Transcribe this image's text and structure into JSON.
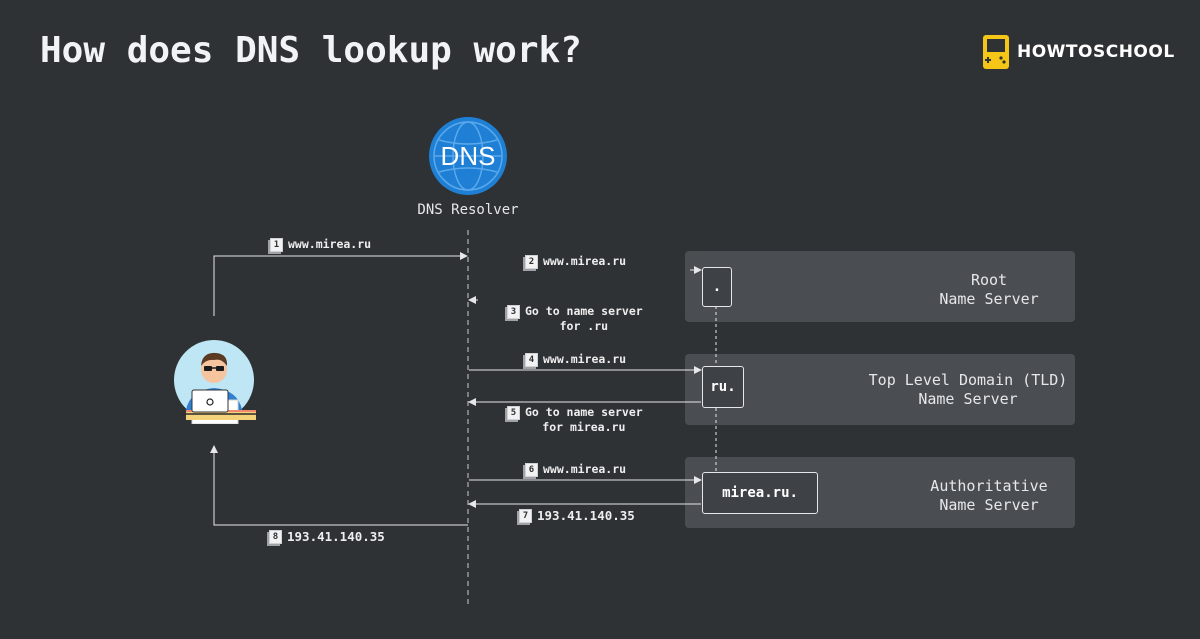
{
  "title": "How does DNS lookup work?",
  "brand": {
    "name": "HOWTOSCHOOL",
    "color": "#f5c518"
  },
  "resolver": {
    "icon_text": "DNS",
    "label": "DNS Resolver",
    "icon_color": "#1f7fd4"
  },
  "servers": {
    "root": {
      "node": ".",
      "label_line1": "Root",
      "label_line2": "Name Server"
    },
    "tld": {
      "node": "ru.",
      "label_line1": "Top Level Domain (TLD)",
      "label_line2": "Name Server"
    },
    "auth": {
      "node": "mirea.ru.",
      "label_line1": "Authoritative",
      "label_line2": "Name Server"
    }
  },
  "steps": [
    {
      "num": "1",
      "line1": "www.mirea.ru",
      "line2": ""
    },
    {
      "num": "2",
      "line1": "www.mirea.ru",
      "line2": ""
    },
    {
      "num": "3",
      "line1": "Go to name server",
      "line2": "for .ru"
    },
    {
      "num": "4",
      "line1": "www.mirea.ru",
      "line2": ""
    },
    {
      "num": "5",
      "line1": "Go to name server",
      "line2": "for mirea.ru"
    },
    {
      "num": "6",
      "line1": "www.mirea.ru",
      "line2": ""
    },
    {
      "num": "7",
      "line1": "193.41.140.35",
      "line2": ""
    },
    {
      "num": "8",
      "line1": "193.41.140.35",
      "line2": ""
    }
  ]
}
